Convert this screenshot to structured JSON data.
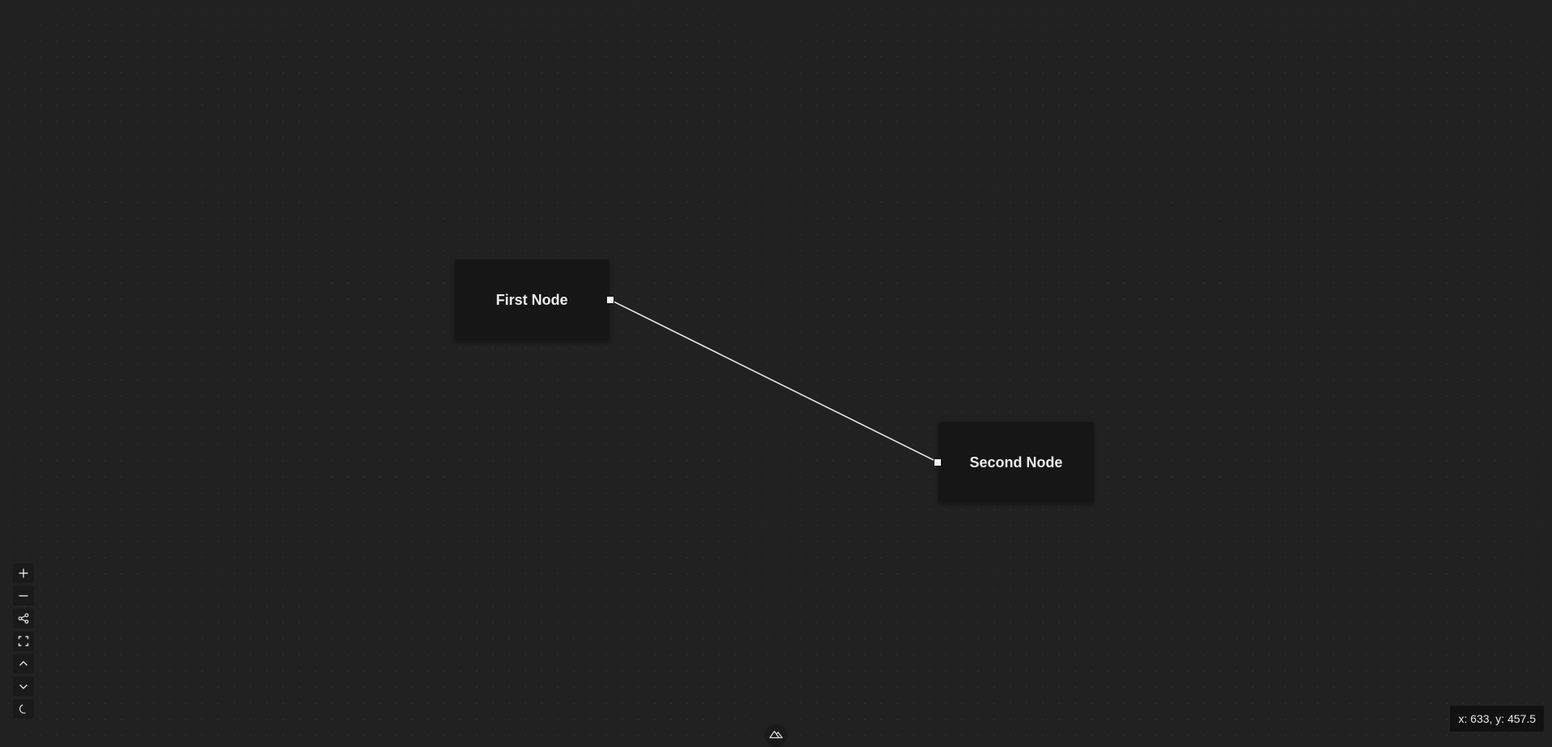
{
  "canvas": {
    "background": "#212121"
  },
  "nodes": [
    {
      "label": "First Node"
    },
    {
      "label": "Second Node"
    }
  ],
  "edges": [
    {
      "from": "First Node",
      "to": "Second Node",
      "color": "#e6e6e6"
    }
  ],
  "controls": {
    "buttons": [
      {
        "icon": "plus-icon"
      },
      {
        "icon": "minus-icon"
      },
      {
        "icon": "share-graph-icon"
      },
      {
        "icon": "fullscreen-icon"
      },
      {
        "icon": "chevron-up-icon"
      },
      {
        "icon": "chevron-down-icon"
      },
      {
        "icon": "moon-icon"
      }
    ]
  },
  "logo": {
    "icon": "mountain-logo-icon"
  },
  "cursor_readout": "x: 633, y: 457.5"
}
